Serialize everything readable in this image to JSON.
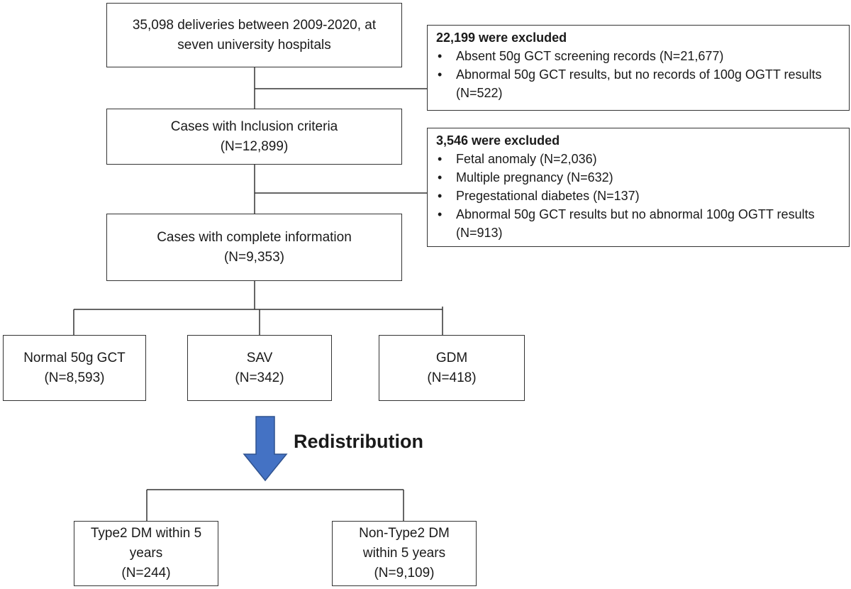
{
  "boxes": {
    "deliveries": {
      "line1": "35,098 deliveries between 2009-2020, at",
      "line2": "seven university hospitals"
    },
    "inclusion": {
      "line1": "Cases with Inclusion criteria",
      "line2": "(N=12,899)"
    },
    "complete": {
      "line1": "Cases with complete information",
      "line2": "(N=9,353)"
    },
    "normal_gct": {
      "line1": "Normal 50g GCT",
      "line2": "(N=8,593)"
    },
    "sav": {
      "line1": "SAV",
      "line2": "(N=342)"
    },
    "gdm": {
      "line1": "GDM",
      "line2": "(N=418)"
    },
    "type2dm": {
      "line1": "Type2 DM within 5",
      "line2": "years",
      "line3": "(N=244)"
    },
    "non_type2dm": {
      "line1": "Non-Type2 DM",
      "line2": "within 5 years",
      "line3": "(N=9,109)"
    }
  },
  "exclusions": {
    "first": {
      "title": "22,199 were excluded",
      "items": [
        "Absent 50g GCT screening records (N=21,677)",
        "Abnormal 50g GCT results, but no records of 100g OGTT results (N=522)"
      ]
    },
    "second": {
      "title": "3,546 were excluded",
      "items": [
        "Fetal anomaly (N=2,036)",
        "Multiple pregnancy (N=632)",
        "Pregestational diabetes (N=137)",
        "Abnormal 50g GCT results but no abnormal 100g OGTT results (N=913)"
      ]
    }
  },
  "arrow": {
    "label": "Redistribution",
    "color": "#4472C4",
    "border_color": "#2F528F"
  },
  "bullet_glyph": "•"
}
